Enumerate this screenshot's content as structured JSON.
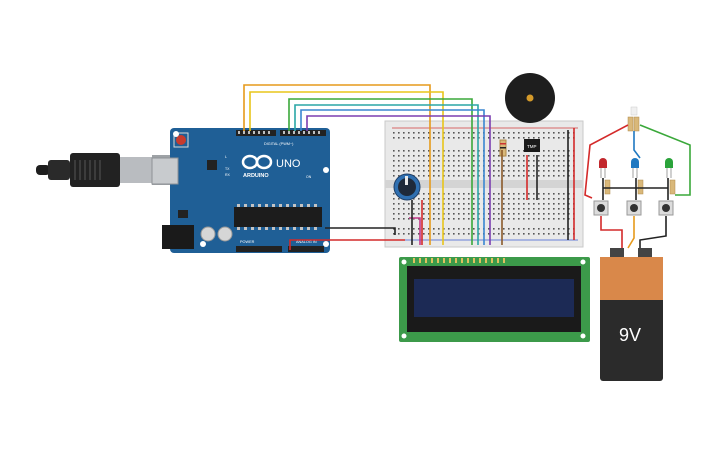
{
  "arduino": {
    "brand": "ARDUINO",
    "model": "UNO",
    "header_digital": "DIGITAL (PWM~)",
    "header_analog": "ANALOG IN",
    "header_power": "POWER",
    "tx_label": "TX",
    "rx_label": "RX",
    "led_label": "L",
    "on_label": "ON",
    "board_color": "#1f5f96"
  },
  "battery": {
    "label": "9V",
    "top_color": "#d9884a",
    "body_color": "#2b2b2b"
  },
  "sensor": {
    "label": "TMP"
  },
  "wire_colors": {
    "orange": "#e69a1c",
    "yellow": "#e8c51a",
    "green": "#3aa83a",
    "teal": "#2aa6a6",
    "blue": "#3a86d1",
    "purple": "#7b3fb0",
    "red": "#d42a2a",
    "black": "#222222",
    "brown": "#8a5a2a",
    "magenta": "#c23a8a"
  },
  "led_colors": [
    "#c2272d",
    "#1f78c1",
    "#2aa33a"
  ],
  "lcd": {
    "screen_color": "#1c2a55",
    "board_color": "#3c9a4a"
  }
}
